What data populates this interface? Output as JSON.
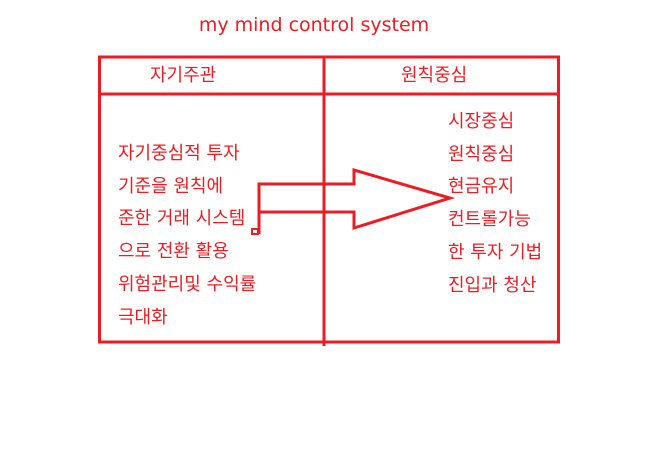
{
  "title": "my mind control system",
  "left": {
    "header": "자기주관",
    "lines": [
      "자기중심적 투자",
      "기준을 원칙에",
      "준한 거래 시스템",
      "으로 전환 활용",
      "위험관리및 수익률",
      "극대화"
    ]
  },
  "right": {
    "header": "원칙중심",
    "lines": [
      "시장중심",
      "원칙중심",
      "현금유지",
      "컨트롤가능",
      "한 투자 기법",
      "진입과 청산"
    ]
  },
  "colors": {
    "ink": "#ed1c24"
  }
}
